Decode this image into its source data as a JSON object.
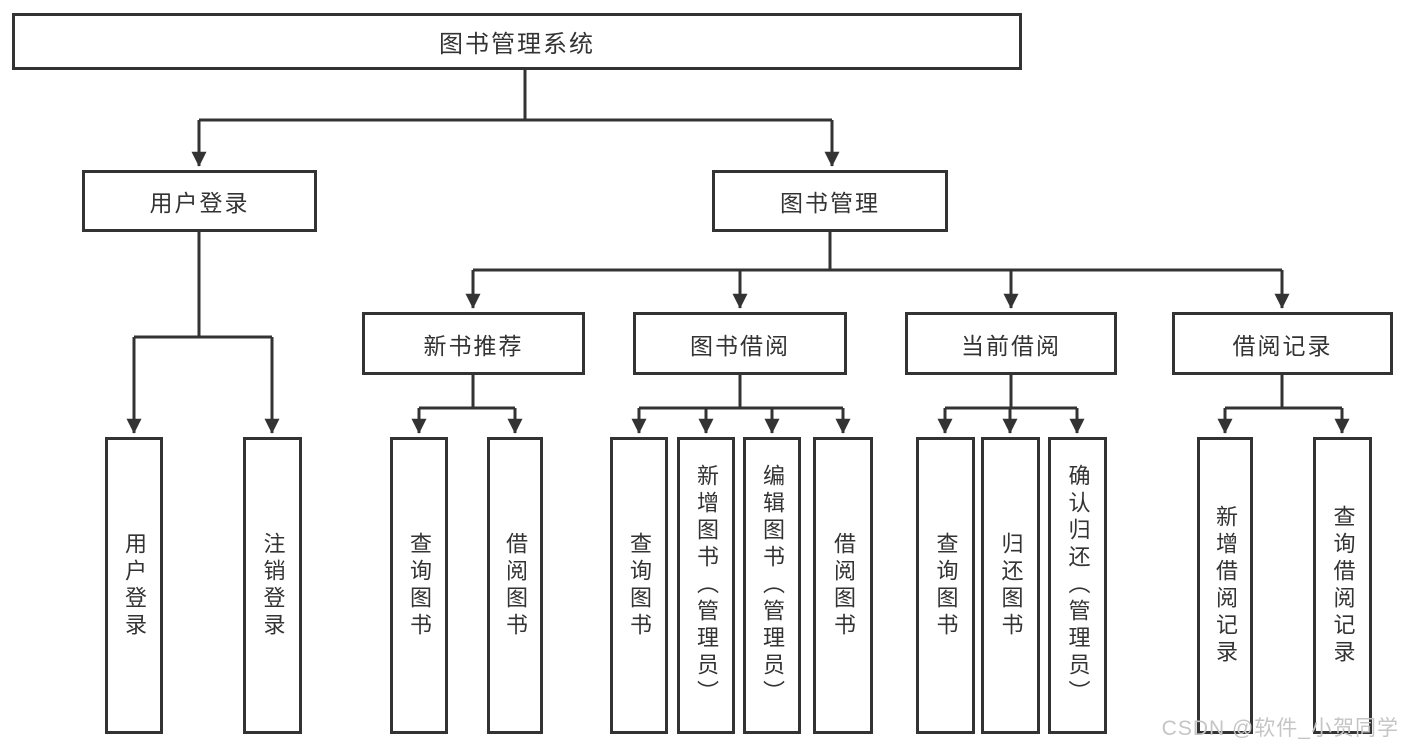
{
  "diagram": {
    "title": "图书管理系统",
    "branches": [
      {
        "label": "用户登录",
        "children": [
          {
            "label": "用户登录"
          },
          {
            "label": "注销登录"
          }
        ]
      },
      {
        "label": "图书管理",
        "children": [
          {
            "label": "新书推荐",
            "children": [
              {
                "label": "查询图书"
              },
              {
                "label": "借阅图书"
              }
            ]
          },
          {
            "label": "图书借阅",
            "children": [
              {
                "label": "查询图书"
              },
              {
                "label": "新增图书（管理员）"
              },
              {
                "label": "编辑图书（管理员）"
              },
              {
                "label": "借阅图书"
              }
            ]
          },
          {
            "label": "当前借阅",
            "children": [
              {
                "label": "查询图书"
              },
              {
                "label": "归还图书"
              },
              {
                "label": "确认归还（管理员）"
              }
            ]
          },
          {
            "label": "借阅记录",
            "children": [
              {
                "label": "新增借阅记录"
              },
              {
                "label": "查询借阅记录"
              }
            ]
          }
        ]
      }
    ]
  },
  "watermark": {
    "text": "CSDN @软件_小贺同学"
  },
  "colors": {
    "line": "#333333",
    "text": "#333333",
    "background": "#ffffff",
    "watermark": "#c5c5c5"
  }
}
